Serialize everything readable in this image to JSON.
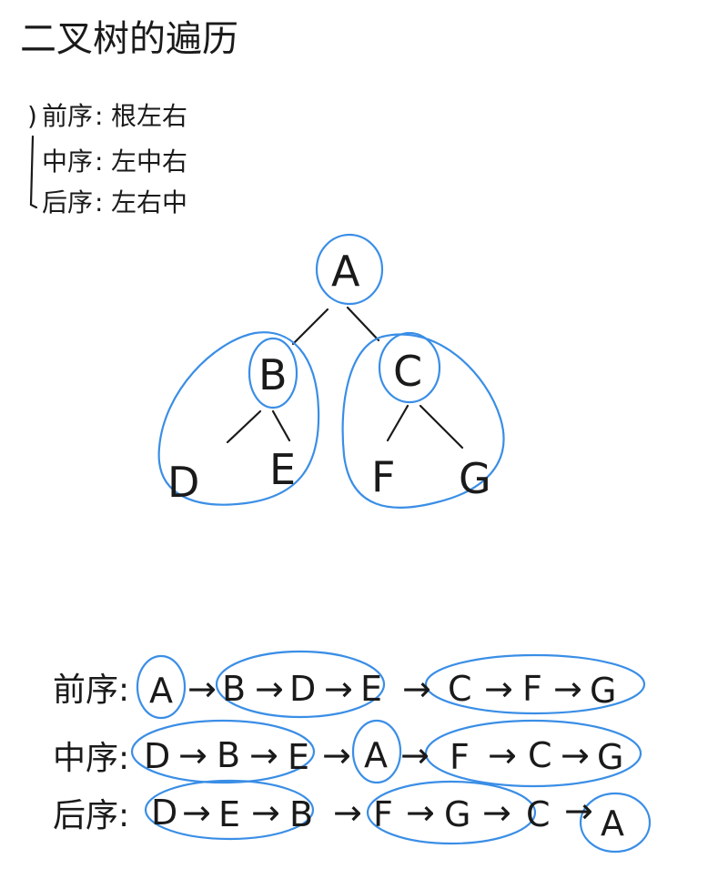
{
  "title": "二叉树的遍历",
  "rules": [
    {
      "num": ")",
      "name": "前序",
      "sep": ":",
      "order": "根左右"
    },
    {
      "num": "",
      "name": "中序",
      "sep": ":",
      "order": "左中右"
    },
    {
      "num": "",
      "name": "后序",
      "sep": ":",
      "order": "左右中"
    }
  ],
  "tree": {
    "root": "A",
    "level1": [
      "B",
      "C"
    ],
    "level2": [
      "D",
      "E",
      "F",
      "G"
    ]
  },
  "traversals": {
    "pre": {
      "label": "前序:",
      "seq": [
        "A",
        "B",
        "D",
        "E",
        "C",
        "F",
        "G"
      ]
    },
    "in": {
      "label": "中序:",
      "seq": [
        "D",
        "B",
        "E",
        "A",
        "F",
        "C",
        "G"
      ]
    },
    "post": {
      "label": "后序:",
      "seq": [
        "D",
        "E",
        "B",
        "F",
        "G",
        "C",
        "A"
      ]
    }
  },
  "arrow": "→",
  "colors": {
    "ink": "#1a1a1a",
    "highlight": "#3a8ee6"
  }
}
